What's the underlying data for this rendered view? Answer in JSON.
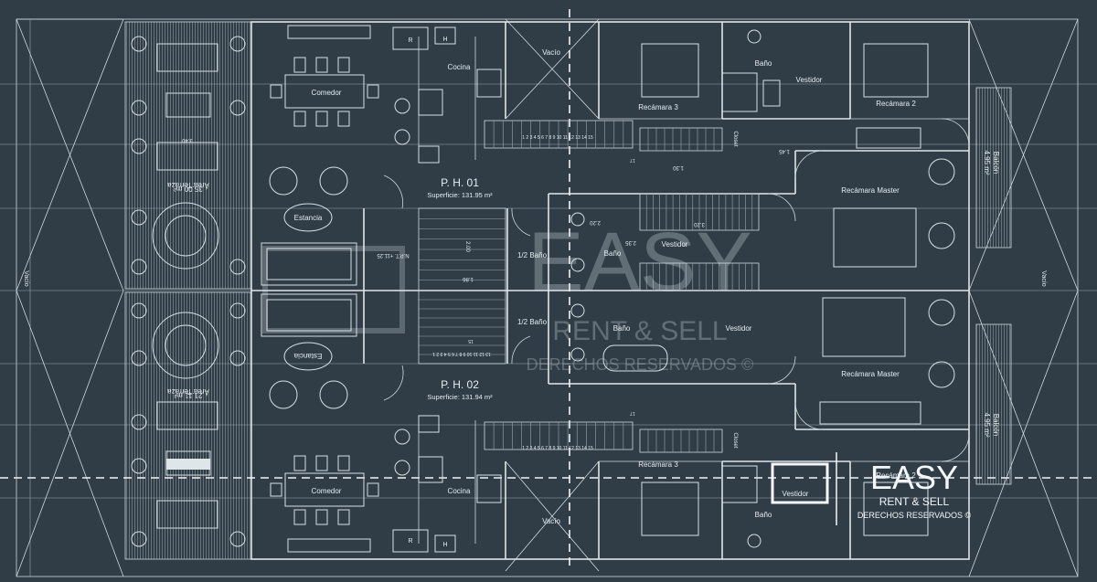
{
  "rooms": {
    "vacio": "Vacío",
    "cocina": "Cocina",
    "comedor": "Comedor",
    "estancia": "Estancia",
    "area_terraza": "Área Terraza",
    "area_terraza_1_m2": "35.00 m²",
    "area_terraza_2_m2": "21.11 m²",
    "bano": "Baño",
    "medio_bano": "1/2 Baño",
    "vestidor": "Vestidor",
    "recamara_2": "Recámara 2",
    "recamara_3": "Recámara 3",
    "recamara_master": "Recámara Master",
    "balcon": "Balcón",
    "balcon_dim": "4.95 m²",
    "closet": "Closet",
    "refrigerator": "R",
    "h_mark": "H"
  },
  "units": [
    {
      "name": "P. H. 01",
      "area": "Superficie: 131.95 m²"
    },
    {
      "name": "P. H. 02",
      "area": "Superficie: 131.94 m²"
    }
  ],
  "dimensions": {
    "d_340": "3.40",
    "d_220": "2.20",
    "d_320": "3.20",
    "d_235": "2.35",
    "d_200": "2.00",
    "d_186": "1.86",
    "d_145": "1.45",
    "d_130": "1.30",
    "npt": "N.P.T. +11.25",
    "stair_numbers": "1 2 3 4 5 6 7 8 9 10 11 12 13 14 15",
    "stair_upper": "13 12 11 10 9 8 7 6 5 4 3 2 1",
    "s17": "17",
    "s15": "15"
  },
  "watermark": {
    "brand": "EASY",
    "tagline": "RENT & SELL",
    "rights": "DERECHOS RESERVADOS ©"
  },
  "colors": {
    "background": "#303d47",
    "lines": "#dfe6ea"
  }
}
